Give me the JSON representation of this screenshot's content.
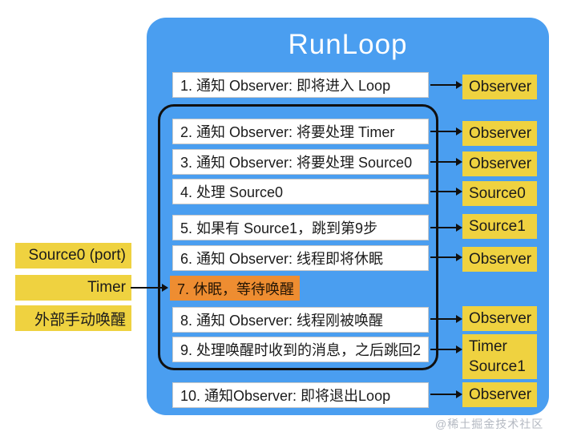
{
  "title": "RunLoop",
  "steps": [
    {
      "label": "1. 通知 Observer: 即将进入 Loop",
      "highlight": false
    },
    {
      "label": "2. 通知 Observer: 将要处理 Timer",
      "highlight": false
    },
    {
      "label": "3. 通知 Observer: 将要处理 Source0",
      "highlight": false
    },
    {
      "label": "4. 处理 Source0",
      "highlight": false
    },
    {
      "label": "5. 如果有 Source1，跳到第9步",
      "highlight": false
    },
    {
      "label": "6. 通知 Observer: 线程即将休眠",
      "highlight": false
    },
    {
      "label": "7. 休眠，等待唤醒",
      "highlight": true
    },
    {
      "label": "8. 通知 Observer: 线程刚被唤醒",
      "highlight": false
    },
    {
      "label": "9. 处理唤醒时收到的消息，之后跳回2",
      "highlight": false
    },
    {
      "label": "10. 通知Observer: 即将退出Loop",
      "highlight": false
    }
  ],
  "right_targets": [
    {
      "label": "Observer",
      "for_step": 1
    },
    {
      "label": "Observer",
      "for_step": 2
    },
    {
      "label": "Observer",
      "for_step": 3
    },
    {
      "label": "Source0",
      "for_step": 4
    },
    {
      "label": "Source1",
      "for_step": 5
    },
    {
      "label": "Observer",
      "for_step": 6
    },
    {
      "label": "Observer",
      "for_step": 8
    },
    {
      "label": "Timer\nSource1",
      "for_step": 9
    },
    {
      "label": "Observer",
      "for_step": 10
    }
  ],
  "left_inputs": [
    {
      "label": "Source0 (port)"
    },
    {
      "label": "Timer"
    },
    {
      "label": "外部手动唤醒"
    }
  ],
  "watermark": "@稀土掘金技术社区",
  "colors": {
    "panel_blue": "#4A9EF0",
    "box_yellow": "#EFD240",
    "highlight_orange": "#EE8D31",
    "arrow_black": "#101010"
  }
}
